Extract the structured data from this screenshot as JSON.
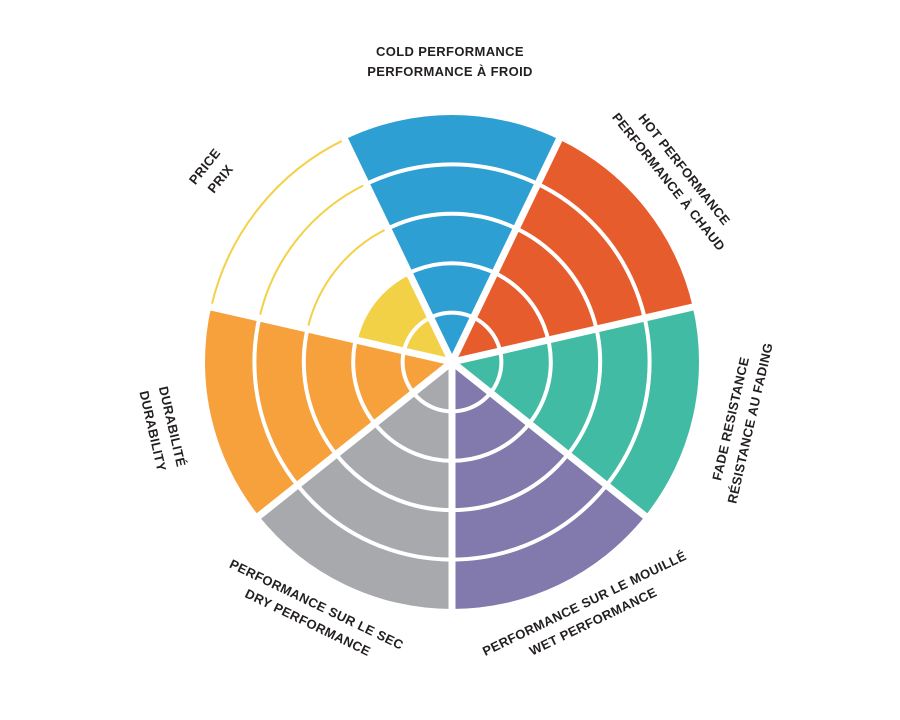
{
  "page": {
    "background": "#FFFFFF",
    "text_color": "#231F20"
  },
  "chart_data": {
    "type": "pie",
    "subtype": "segmented-performance-wheel",
    "description": "Seven-sector product performance rating wheel, bilingual labels (English / French), each sector rated on 5 concentric rings, filled from center outward",
    "max_rings": 5,
    "scale": {
      "min": 0,
      "max": 5
    },
    "layout": {
      "start_sector": "cold-performance at top",
      "direction": "clockwise",
      "grid": "white ring separators",
      "legend": "none"
    },
    "categories": [
      {
        "id": "cold-performance",
        "lines": [
          "COLD PERFORMANCE",
          "PERFORMANCE À FROID"
        ],
        "value": 5,
        "color": "#2E9FD3"
      },
      {
        "id": "hot-performance",
        "lines": [
          "HOT PERFORMANCE",
          "PERFORMANCE À CHAUD"
        ],
        "value": 5,
        "color": "#E75C2C"
      },
      {
        "id": "fade-resistance",
        "lines": [
          "FADE RESISTANCE",
          "RÉSISTANCE AU FADING"
        ],
        "value": 5,
        "color": "#42BBA4"
      },
      {
        "id": "wet-performance",
        "lines": [
          "PERFORMANCE SUR LE MOUILLÉ",
          "WET PERFORMANCE"
        ],
        "value": 5,
        "color": "#8279AC"
      },
      {
        "id": "dry-performance",
        "lines": [
          "PERFORMANCE SUR LE SEC",
          "DRY PERFORMANCE"
        ],
        "value": 5,
        "color": "#A7A9AC"
      },
      {
        "id": "durability",
        "lines": [
          "DURABILITÉ",
          "DURABILITY"
        ],
        "value": 5,
        "color": "#F6A13C"
      },
      {
        "id": "price",
        "lines": [
          "PRICE",
          "PRIX"
        ],
        "value": 2,
        "color": "#F3D147"
      }
    ]
  }
}
